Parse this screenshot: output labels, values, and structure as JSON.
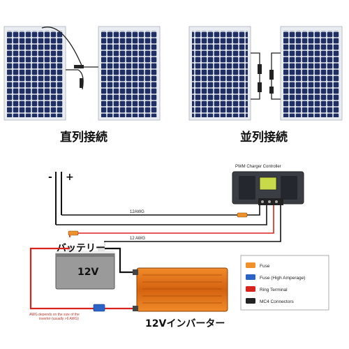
{
  "top": {
    "series_label": "直列接続",
    "parallel_label": "並列接続"
  },
  "wiring": {
    "minus_sign": "-",
    "plus_sign": "+",
    "controller_title": "PWM Charger Controller",
    "wire_gauge_top": "12AWG",
    "wire_gauge_bottom": "12 AWG",
    "battery_label": "バッテリー",
    "battery_voltage": "12V",
    "awg_note_line1": "AWG depends on the size of the",
    "awg_note_line2": "inverter (usually >6 AWG)",
    "inverter_label": "12Vインバーター"
  },
  "legend": {
    "items": [
      {
        "label": "Fuse",
        "color": "#f0922b"
      },
      {
        "label": "Fuse (High Amperage)",
        "color": "#2b63c7"
      },
      {
        "label": "Ring Terminal",
        "color": "#d8231d"
      },
      {
        "label": "MC4 Connectors",
        "color": "#222222"
      }
    ]
  },
  "colors": {
    "wire_red": "#d8231d",
    "wire_black": "#111111",
    "panel_cell": "#1f2f63",
    "inverter": "#e07016",
    "controller_body": "#3a3d44",
    "controller_screen": "#c8d94a",
    "battery_body": "#9a9a9a"
  }
}
